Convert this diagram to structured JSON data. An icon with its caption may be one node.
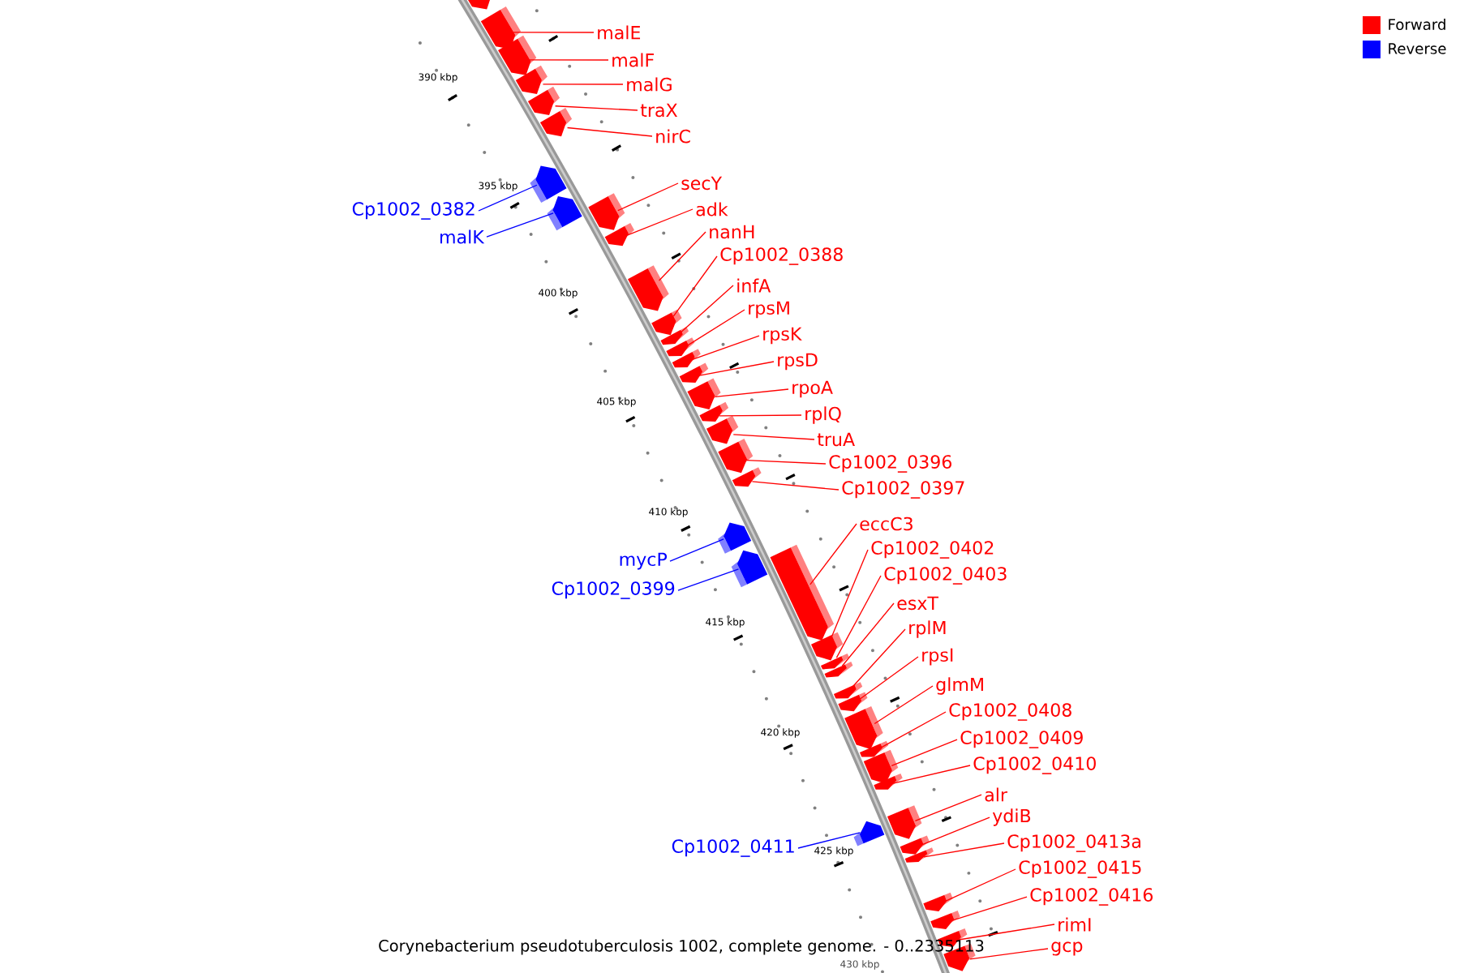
{
  "diagram": {
    "caption": "Corynebacterium pseudotuberculosis 1002, complete genome. - 0..2335113",
    "nodes": [
      {
        "text": [
          "malE"
        ]
      },
      {
        "text": [
          "malF"
        ]
      },
      {
        "text": [
          "malG"
        ]
      },
      {
        "text": [
          "traX"
        ]
      },
      {
        "text": [
          "nirC"
        ]
      },
      {
        "text": [
          "secY"
        ]
      },
      {
        "text": [
          "adk"
        ]
      },
      {
        "text": [
          "Cp1002_0382"
        ]
      },
      {
        "text": [
          "nanH"
        ]
      },
      {
        "text": [
          "malK"
        ]
      },
      {
        "text": [
          "Cp1002_0388"
        ]
      },
      {
        "text": [
          "infA"
        ]
      },
      {
        "text": [
          "rpsM"
        ]
      },
      {
        "text": [
          "rpsK"
        ]
      },
      {
        "text": [
          "rpsD"
        ]
      },
      {
        "text": [
          "rpoA"
        ]
      },
      {
        "text": [
          "rplQ"
        ]
      },
      {
        "text": [
          "truA"
        ]
      },
      {
        "text": [
          "Cp1002_0396"
        ]
      },
      {
        "text": [
          "Cp1002_0397"
        ]
      },
      {
        "text": [
          "eccC3"
        ]
      },
      {
        "text": [
          "Cp1002_0402"
        ]
      },
      {
        "text": [
          "mycP"
        ]
      },
      {
        "text": [
          "Cp1002_0403"
        ]
      },
      {
        "text": [
          "Cp1002_0399"
        ]
      },
      {
        "text": [
          "esxT"
        ]
      },
      {
        "text": [
          "rplM"
        ]
      },
      {
        "text": [
          "rpsI"
        ]
      },
      {
        "text": [
          "glmM"
        ]
      },
      {
        "text": [
          "Cp1002_0408"
        ]
      },
      {
        "text": [
          "Cp1002_0409"
        ]
      },
      {
        "text": [
          "Cp1002_0410"
        ]
      },
      {
        "text": [
          "alr"
        ]
      },
      {
        "text": [
          "ydiB"
        ]
      },
      {
        "text": [
          "Cp1002_0413a"
        ]
      },
      {
        "text": [
          "Cp1002_0411"
        ]
      },
      {
        "text": [
          "Cp1002_0415"
        ]
      },
      {
        "text": [
          "Cp1002_0416"
        ]
      },
      {
        "text": [
          "rimI"
        ]
      },
      {
        "text": [
          "gcp"
        ]
      },
      {
        "text": [],
        "shape": "box"
      },
      {
        "text": [],
        "shape": "box"
      },
      {
        "text": [],
        "shape": "box"
      },
      {
        "text": [],
        "shape": "box"
      },
      {
        "text": [],
        "shape": "box"
      },
      {
        "text": [],
        "shape": "box"
      },
      {
        "text": [],
        "shape": "box"
      },
      {
        "text": [],
        "shape": "box"
      },
      {
        "text": [],
        "shape": "box"
      },
      {
        "text": [],
        "shape": "box"
      },
      {
        "text": [],
        "shape": "box"
      },
      {
        "text": [],
        "shape": "box"
      },
      {
        "text": [],
        "shape": "box"
      },
      {
        "text": [],
        "shape": "box"
      },
      {
        "text": [],
        "shape": "box"
      },
      {
        "text": [],
        "shape": "box"
      },
      {
        "text": [],
        "shape": "box"
      },
      {
        "text": [],
        "shape": "box"
      },
      {
        "text": [],
        "shape": "box"
      },
      {
        "text": [],
        "shape": "box"
      },
      {
        "text": [],
        "shape": "box"
      },
      {
        "text": [],
        "shape": "box"
      },
      {
        "text": [],
        "shape": "box"
      },
      {
        "text": [],
        "shape": "box"
      },
      {
        "text": [],
        "shape": "box"
      },
      {
        "text": [],
        "shape": "box"
      },
      {
        "text": [],
        "shape": "box"
      },
      {
        "text": [],
        "shape": "box"
      },
      {
        "text": [],
        "shape": "box"
      },
      {
        "text": [],
        "shape": "box"
      },
      {
        "text": [],
        "shape": "box"
      },
      {
        "text": [],
        "shape": "box"
      },
      {
        "text": [],
        "shape": "box"
      },
      {
        "text": [],
        "shape": "box"
      },
      {
        "text": [],
        "shape": "box"
      },
      {
        "text": [],
        "shape": "box"
      },
      {
        "text": [],
        "shape": "box"
      },
      {
        "text": [],
        "shape": "box"
      },
      {
        "text": [],
        "shape": "box"
      },
      {
        "text": [],
        "shape": "box"
      }
    ],
    "edges": [
      {
        "from": 0,
        "to": 40,
        "arrow": "none"
      },
      {
        "from": 1,
        "to": 41,
        "arrow": "none"
      },
      {
        "from": 2,
        "to": 42,
        "arrow": "none"
      },
      {
        "from": 3,
        "to": 43,
        "arrow": "none"
      },
      {
        "from": 4,
        "to": 44,
        "arrow": "none"
      },
      {
        "from": 5,
        "to": 45,
        "arrow": "none"
      },
      {
        "from": 6,
        "to": 46,
        "arrow": "none"
      },
      {
        "from": 7,
        "to": 47,
        "arrow": "none",
        "color": "#0000ff"
      },
      {
        "from": 8,
        "to": 48,
        "arrow": "none"
      },
      {
        "from": 9,
        "to": 49,
        "arrow": "none",
        "color": "#0000ff"
      },
      {
        "from": 10,
        "to": 50,
        "arrow": "none"
      },
      {
        "from": 11,
        "to": 51,
        "arrow": "none"
      },
      {
        "from": 12,
        "to": 52,
        "arrow": "none"
      },
      {
        "from": 13,
        "to": 53,
        "arrow": "none"
      },
      {
        "from": 14,
        "to": 54,
        "arrow": "none"
      },
      {
        "from": 15,
        "to": 55,
        "arrow": "none"
      },
      {
        "from": 16,
        "to": 56,
        "arrow": "none"
      },
      {
        "from": 17,
        "to": 57,
        "arrow": "none"
      },
      {
        "from": 18,
        "to": 58,
        "arrow": "none"
      },
      {
        "from": 19,
        "to": 59,
        "arrow": "none"
      },
      {
        "from": 20,
        "to": 60,
        "arrow": "none"
      },
      {
        "from": 21,
        "to": 61,
        "arrow": "none"
      },
      {
        "from": 22,
        "to": 62,
        "arrow": "none",
        "color": "#0000ff"
      },
      {
        "from": 23,
        "to": 63,
        "arrow": "none"
      },
      {
        "from": 24,
        "to": 64,
        "arrow": "none",
        "color": "#0000ff"
      },
      {
        "from": 25,
        "to": 65,
        "arrow": "none"
      },
      {
        "from": 26,
        "to": 66,
        "arrow": "none"
      },
      {
        "from": 27,
        "to": 67,
        "arrow": "none"
      },
      {
        "from": 28,
        "to": 68,
        "arrow": "none"
      },
      {
        "from": 29,
        "to": 69,
        "arrow": "none"
      },
      {
        "from": 30,
        "to": 70,
        "arrow": "none"
      },
      {
        "from": 31,
        "to": 71,
        "arrow": "none"
      },
      {
        "from": 32,
        "to": 72,
        "arrow": "none"
      },
      {
        "from": 33,
        "to": 73,
        "arrow": "none"
      },
      {
        "from": 34,
        "to": 74,
        "arrow": "none"
      },
      {
        "from": 35,
        "to": 75,
        "arrow": "none",
        "color": "#0000ff"
      },
      {
        "from": 36,
        "to": 76,
        "arrow": "none"
      },
      {
        "from": 37,
        "to": 77,
        "arrow": "none"
      },
      {
        "from": 38,
        "to": 78,
        "arrow": "none"
      },
      {
        "from": 39,
        "to": 79,
        "arrow": "none"
      }
    ],
    "labels": [
      "390 kbp",
      "395 kbp",
      "400 kbp",
      "405 kbp",
      "410 kbp",
      "415 kbp",
      "420 kbp",
      "425 kbp",
      "430 kbp"
    ],
    "legend": [
      {
        "text": "Forward",
        "color": "#ff0000"
      },
      {
        "text": "Reverse",
        "color": "#0000ff"
      }
    ]
  }
}
